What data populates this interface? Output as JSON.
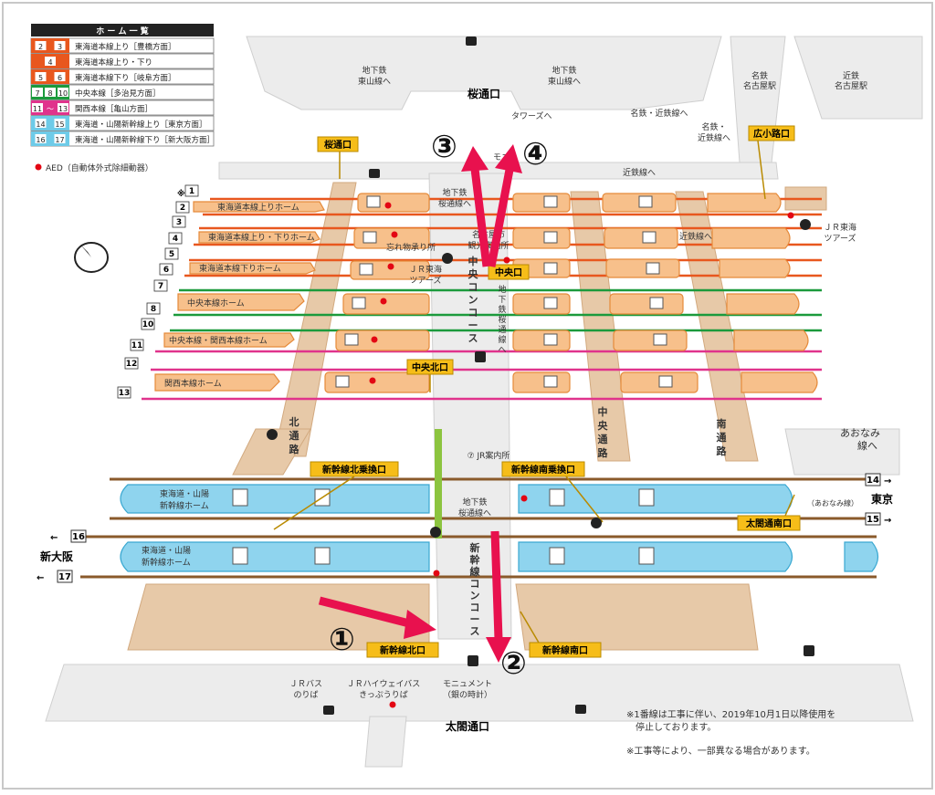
{
  "legend": {
    "title": "ホ ー ム 一 覧",
    "rows": [
      {
        "nums": [
          "2",
          "3"
        ],
        "text": "東海道本線上り［豊橋方面］",
        "color": "#e8571e"
      },
      {
        "nums": [
          "4"
        ],
        "text": "東海道本線上り・下り",
        "color": "#e8571e"
      },
      {
        "nums": [
          "5",
          "6"
        ],
        "text": "東海道本線下り［岐阜方面］",
        "color": "#e8571e"
      },
      {
        "nums": [
          "7",
          "8",
          "10"
        ],
        "text": "中央本線［多治見方面］",
        "color": "#1b9a3c"
      },
      {
        "nums": [
          "11",
          "～",
          "13"
        ],
        "text": "関西本線［亀山方面］",
        "color": "#e0338c"
      },
      {
        "nums": [
          "14",
          "15"
        ],
        "text": "東海道・山陽新幹線上り［東京方面］",
        "color": "#6ecbe8"
      },
      {
        "nums": [
          "16",
          "17"
        ],
        "text": "東海道・山陽新幹線下り［新大阪方面］",
        "color": "#6ecbe8"
      }
    ],
    "aed": "AED（自動体外式除細動器）"
  },
  "exits": {
    "sakura_top": "桜通口",
    "sakura_left": "桜通口",
    "hirokoji": "広小路口",
    "central": "中央口",
    "central_north": "中央北口",
    "shinkansen_north": "新幹線北乗換口",
    "shinkansen_south": "新幹線南乗換口",
    "taiko_south": "太閤通南口",
    "shinkansen_north_exit": "新幹線北口",
    "shinkansen_south_exit": "新幹線南口",
    "taiko": "太閤通口"
  },
  "place_labels": {
    "subway_higashiyama_l": [
      "地下鉄",
      "東山線へ"
    ],
    "subway_higashiyama_r": [
      "地下鉄",
      "東山線へ"
    ],
    "meitetsu_station": [
      "名鉄",
      "名古屋駅"
    ],
    "kintetsu_station": [
      "近鉄",
      "名古屋駅"
    ],
    "meitetsu_kintetsu": "名鉄・近鉄線へ",
    "meitetsu_kintetsu2": [
      "名鉄・",
      "近鉄線へ"
    ],
    "kintetsu_line": "近鉄線へ",
    "kintetsu_line2": "近鉄線へ",
    "towers": "タワーズへ",
    "monument_top": "モニ",
    "subway_sakura_top": [
      "地下鉄",
      "桜通線へ"
    ],
    "lost_found": "忘れ物承り所",
    "jr_tours": [
      "ＪＲ東海",
      "ツアーズ"
    ],
    "nagoya_tourist": [
      "名古屋市",
      "観光案内所"
    ],
    "jr_tours_right": [
      "ＪＲ東海",
      "ツアーズ"
    ],
    "central_concourse": "中央コンコース",
    "subway_sakura_mid": "地下鉄桜通線へ",
    "north_passage": "北通路",
    "central_passage": "中央通路",
    "south_passage": "南通路",
    "aonami": [
      "あおなみ",
      "線へ"
    ],
    "aonami_small": "（あおなみ線）",
    "jr_info": "⑦ JR案内所",
    "subway_sakura_low": [
      "地下鉄",
      "桜通線へ"
    ],
    "shinkansen_concourse": "新幹線コンコース",
    "jr_bus": [
      "ＪＲバス",
      "のりば"
    ],
    "jr_highway": [
      "ＪＲハイウェイバス",
      "きっぷうりば"
    ],
    "monument": [
      "モニュメント",
      "（銀の時計）"
    ]
  },
  "platforms": {
    "p1": "東海道本線上りホーム",
    "p2": "東海道本線上り・下りホーム",
    "p3": "東海道本線下りホーム",
    "p4": "中央本線ホーム",
    "p5": "中央本線・関西本線ホーム",
    "p6": "関西本線ホーム",
    "s1": [
      "東海道・山陽",
      "新幹線ホーム"
    ],
    "s2": [
      "東海道・山陽",
      "新幹線ホーム"
    ]
  },
  "track_numbers": [
    "1",
    "2",
    "3",
    "4",
    "5",
    "6",
    "7",
    "8",
    "10",
    "11",
    "12",
    "13"
  ],
  "track1_mark": "※",
  "shinkansen_tracks": {
    "t14": "14",
    "t15": "15",
    "t16": "16",
    "t17": "17",
    "tokyo": "東京",
    "shin_osaka": "新大阪"
  },
  "annotations": {
    "a1": "①",
    "a2": "②",
    "a3": "③",
    "a4": "④",
    "arrow_color": "#e8114e"
  },
  "notes": [
    "※1番線は工事に伴い、2019年10月1日以降使用を",
    "　停止しております。",
    "※工事等により、一部異なる場合があります。"
  ],
  "colors": {
    "orange_platform": "#f7c08b",
    "orange_stroke": "#e58a3a",
    "blue_platform": "#8fd4ee",
    "concourse": "#ebebeb",
    "passage": "#e5c6a5",
    "exit_yellow": "#f6bd19",
    "track_orange": "#e8571e",
    "track_green": "#1b9a3c",
    "track_pink": "#e0338c",
    "track_brown": "#8a5a2b"
  }
}
